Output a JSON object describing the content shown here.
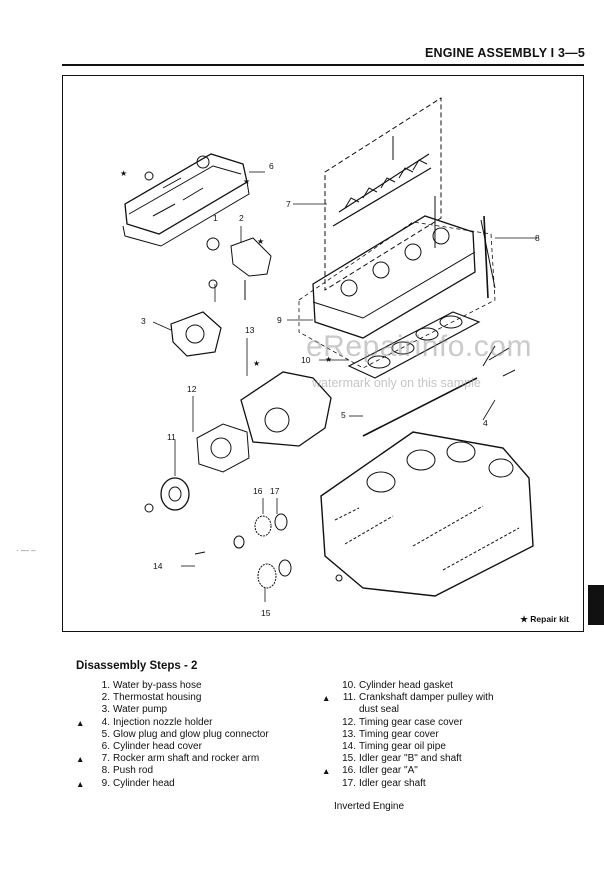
{
  "header": {
    "title": "ENGINE ASSEMBLY I 3—5"
  },
  "figure": {
    "callouts": [
      "1",
      "2",
      "3",
      "4",
      "5",
      "6",
      "7",
      "8",
      "9",
      "10",
      "11",
      "12",
      "13",
      "14",
      "15",
      "16",
      "17"
    ],
    "repair_kit_note": "★ Repair kit"
  },
  "watermark": {
    "text": "eRepairinfo.com",
    "sub": "watermark only on this sample"
  },
  "section": {
    "title": "Disassembly Steps - 2",
    "steps_left": [
      {
        "mark": "",
        "num": "1.",
        "text": "Water by-pass hose"
      },
      {
        "mark": "",
        "num": "2.",
        "text": "Thermostat housing"
      },
      {
        "mark": "",
        "num": "3.",
        "text": "Water pump"
      },
      {
        "mark": "▲",
        "num": "4.",
        "text": "Injection nozzle holder"
      },
      {
        "mark": "",
        "num": "5.",
        "text": "Glow plug and glow plug connector"
      },
      {
        "mark": "",
        "num": "6.",
        "text": "Cylinder head cover"
      },
      {
        "mark": "▲",
        "num": "7.",
        "text": "Rocker arm shaft and rocker arm"
      },
      {
        "mark": "",
        "num": "8.",
        "text": "Push rod"
      },
      {
        "mark": "▲",
        "num": "9.",
        "text": "Cylinder head"
      }
    ],
    "steps_right": [
      {
        "mark": "",
        "num": "10.",
        "text": "Cylinder head gasket",
        "text2": ""
      },
      {
        "mark": "▲",
        "num": "11.",
        "text": "Crankshaft damper pulley with",
        "text2": "dust seal"
      },
      {
        "mark": "",
        "num": "12.",
        "text": "Timing gear case cover",
        "text2": ""
      },
      {
        "mark": "",
        "num": "13.",
        "text": "Timing gear cover",
        "text2": ""
      },
      {
        "mark": "",
        "num": "14.",
        "text": "Timing gear oil pipe",
        "text2": ""
      },
      {
        "mark": "",
        "num": "15.",
        "text": "Idler gear \"B\" and shaft",
        "text2": ""
      },
      {
        "mark": "▲",
        "num": "16.",
        "text": "Idler gear \"A\"",
        "text2": ""
      },
      {
        "mark": "",
        "num": "17.",
        "text": "Idler gear shaft",
        "text2": ""
      }
    ],
    "note": "Inverted Engine"
  }
}
